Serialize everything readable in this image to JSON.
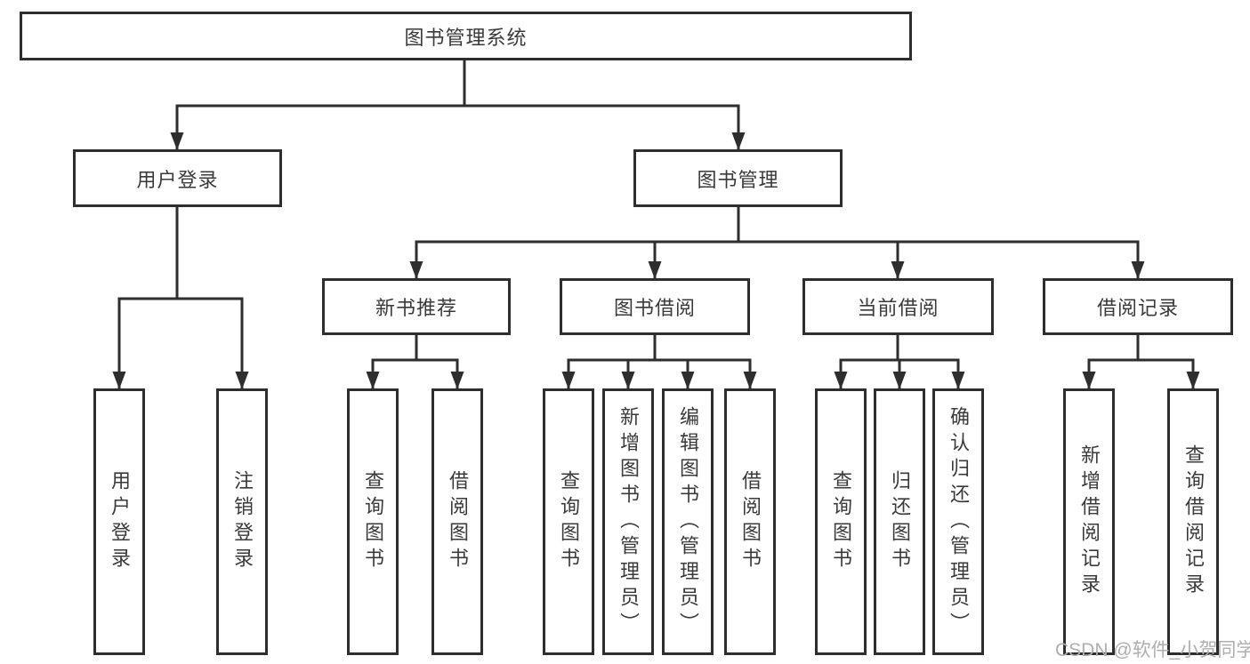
{
  "diagram": {
    "root": {
      "label": "图书管理系统"
    },
    "level2": [
      {
        "label": "用户登录"
      },
      {
        "label": "图书管理"
      }
    ],
    "level3": [
      {
        "label": "新书推荐"
      },
      {
        "label": "图书借阅"
      },
      {
        "label": "当前借阅"
      },
      {
        "label": "借阅记录"
      }
    ],
    "leaves": {
      "user": [
        {
          "label": "用户登录"
        },
        {
          "label": "注销登录"
        }
      ],
      "recommend": [
        {
          "label": "查询图书"
        },
        {
          "label": "借阅图书"
        }
      ],
      "borrow": [
        {
          "label": "查询图书"
        },
        {
          "label": "新增图书（管理员）"
        },
        {
          "label": "编辑图书（管理员）"
        },
        {
          "label": "借阅图书"
        }
      ],
      "current": [
        {
          "label": "查询图书"
        },
        {
          "label": "归还图书"
        },
        {
          "label": "确认归还（管理员）"
        }
      ],
      "records": [
        {
          "label": "新增借阅记录"
        },
        {
          "label": "查询借阅记录"
        }
      ]
    }
  },
  "watermark": {
    "text": "CSDN @软件_小贺同学"
  },
  "colors": {
    "line": "#2e2e2e",
    "text": "#3a3a3a",
    "watermark": "#aeaeae",
    "background": "#ffffff"
  }
}
